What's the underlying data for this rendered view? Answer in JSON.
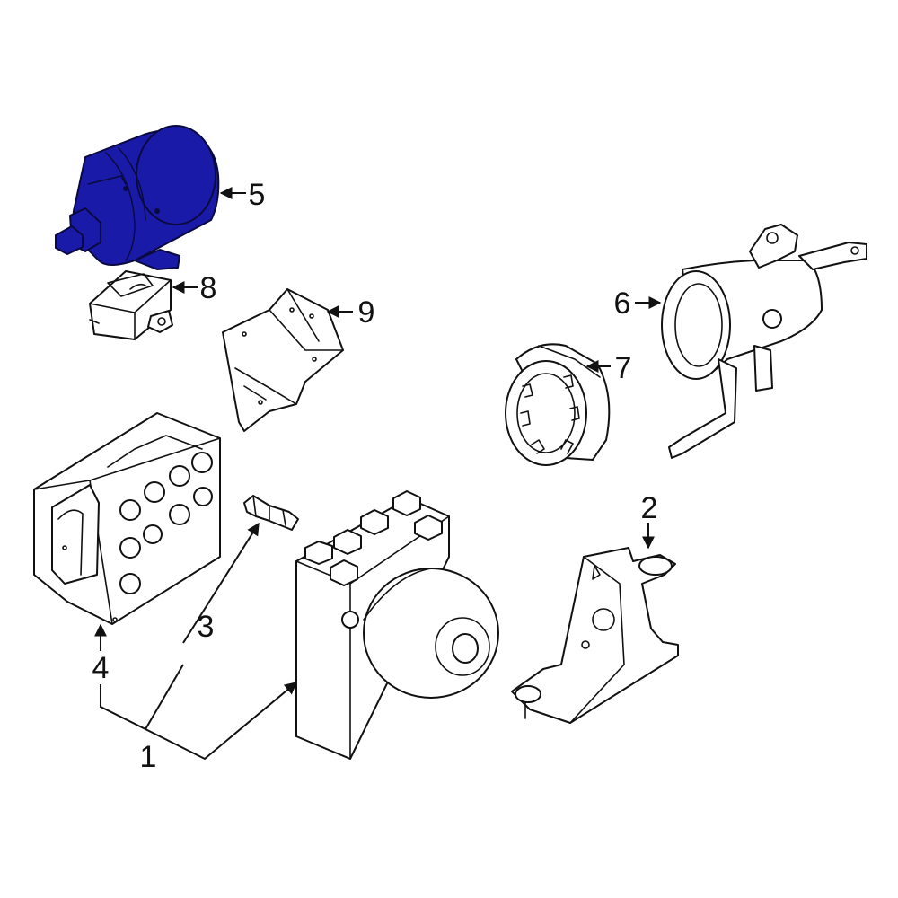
{
  "callouts": {
    "c1": "1",
    "c2": "2",
    "c3": "3",
    "c4": "4",
    "c5": "5",
    "c6": "6",
    "c7": "7",
    "c8": "8",
    "c9": "9"
  },
  "colors": {
    "highlight": "#1a1aa8",
    "line": "#111111",
    "background": "#ffffff"
  }
}
